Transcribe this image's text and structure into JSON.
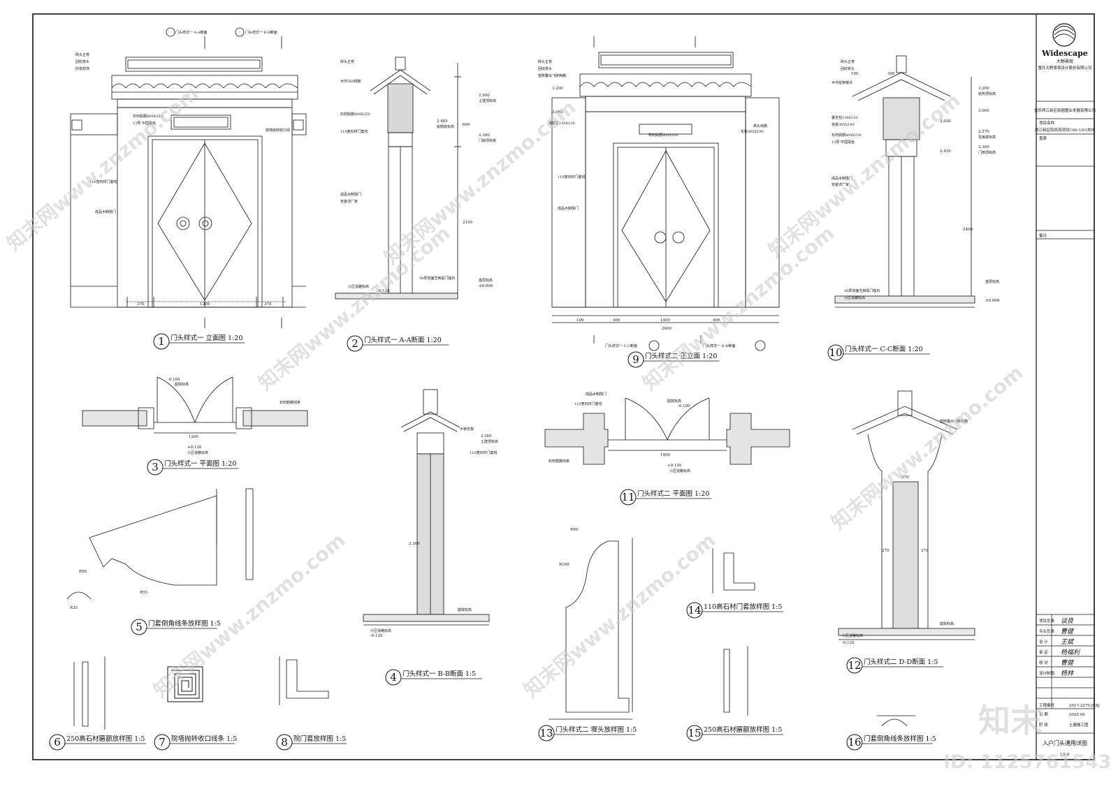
{
  "drawings": [
    {
      "num": "1",
      "title": "门头样式一 立面图 1:20"
    },
    {
      "num": "2",
      "title": "门头样式一 A-A断面 1:20"
    },
    {
      "num": "3",
      "title": "门头样式一 平面图 1:20"
    },
    {
      "num": "4",
      "title": "门头样式一 B-B断面 1:5"
    },
    {
      "num": "5",
      "title": "门套倒角线条放样图 1:5"
    },
    {
      "num": "6",
      "title": "250高石材匾额放样图 1:5"
    },
    {
      "num": "7",
      "title": "院墙抛转收口线条 1:5"
    },
    {
      "num": "8",
      "title": "院门套放样图 1:5"
    },
    {
      "num": "9",
      "title": "门头样式二 正立面 1:20"
    },
    {
      "num": "10",
      "title": "门头样式一 C-C断面 1:20"
    },
    {
      "num": "11",
      "title": "门头样式二 平面图 1:20"
    },
    {
      "num": "12",
      "title": "门头样式二 D-D断面 1:5"
    },
    {
      "num": "13",
      "title": "门头样式二 墀头放样图 1:5"
    },
    {
      "num": "14",
      "title": "110高石材门套放样图 1:5"
    },
    {
      "num": "15",
      "title": "250高石材匾额放样图 1:5"
    },
    {
      "num": "16",
      "title": "门套倒角线条放样图 1:5"
    }
  ],
  "refs": {
    "d1_a": "门头样式一 A-A断面",
    "d1_b": "门头样式一 B-B断面",
    "d9_c": "门头样式一 C-C断面",
    "d9_d": "门头样式一 D-D断面"
  },
  "labels": {
    "brick_ridge": "砖头正脊",
    "ridge_tile": "回纹脊头",
    "plaster": "砂浆粉饰",
    "stone_plaque": "石材匾额800X250",
    "chinese_black": "13厚 中国黑色",
    "door_trim": "110宽石材门套线",
    "wood_door": "成品木制院门",
    "wall_cap": "院墙抛转收口线",
    "stone_surround": "石材勒脚线条",
    "road_level": "小区道路标高",
    "yard_level": "庭院标高",
    "floor_level": "首层标高",
    "top_level": "土建顶标高",
    "door_top": "门扇顶标高",
    "plaque_top": "匾额底标高",
    "struct_top": "结构顶标高",
    "flower_bottom": "花板底标高",
    "sink_stone": "50厚烧面芝麻黑门槛石",
    "install_vendor": "安装详厂家",
    "glazed_tile": "塑砖叠出飞砖两路",
    "purlin": "木作350桃檐",
    "corbel": "墀头线脚",
    "hanging_post": "垂花柱130X130",
    "flower_board": "花板305X190",
    "wood_board": "木板花板",
    "wood_frame": "木作屋架做法"
  },
  "dims": {
    "w370": "370",
    "w1200": "1200",
    "w100": "100",
    "w400": "400",
    "w1400": "1400",
    "w2600": "2600",
    "w270": "270",
    "h2100": "2100",
    "h2400": "2400",
    "h600": "600",
    "h300": "300",
    "e2900": "2.900",
    "e2485": "2.485",
    "e2300": "2.300",
    "e0": "±0.000",
    "em120": "-0.120",
    "em100": "-0.100",
    "p120": "+0.120",
    "e3200": "3.200",
    "e3065": "3.065",
    "e2920": "2.920",
    "e2570": "2.570",
    "e2430": "2.430",
    "r90": "R90",
    "r160": "R160",
    "r58": "R58",
    "r55": "R55",
    "r35": "R35"
  },
  "title_block": {
    "brand": "Widescape",
    "brand_cn": "大野景观",
    "firm": "重庆大野景观设计股份有限公司",
    "client": "重庆两江新区新圆置业发展有限公司",
    "project_label": "项目名称",
    "project": "两江新区院风苑项目C06-1/01地块",
    "seal_label": "盖章",
    "note_label": "备注",
    "rows": [
      {
        "label": "项目负责",
        "sign": "谈良"
      },
      {
        "label": "专业负责",
        "sign": "曹健"
      },
      {
        "label": "设 计",
        "sign": "王斌"
      },
      {
        "label": "审 定",
        "sign": "杨福利"
      },
      {
        "label": "校 对",
        "sign": "曹健"
      },
      {
        "label": "设计制图",
        "sign": "杨林"
      }
    ],
    "project_no_label": "工程编号",
    "project_no": "2017-2270-JSXJ",
    "date_label": "日 期",
    "date": "2020.06",
    "stage_label": "阶 段",
    "stage": "土建施工图",
    "sheet_title": "入户门头通用详图",
    "sheet_no": "LS-6"
  },
  "watermark": {
    "text": "知末网www.znzmo.com",
    "brand": "知末",
    "id": "ID: 1125761543"
  }
}
